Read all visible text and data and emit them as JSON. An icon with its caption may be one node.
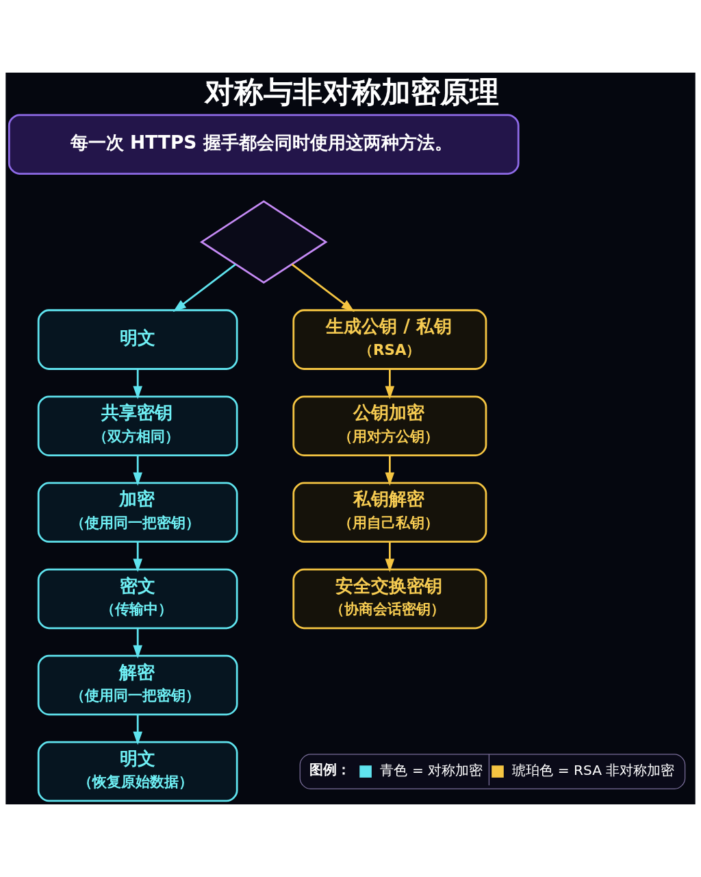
{
  "diagram": {
    "title": "对称与非对称加密原理",
    "nodes": [
      {
        "text": [
          "每一次 HTTPS 握手都会同时使用这两种方法。"
        ]
      },
      {
        "text": [],
        "shape": "diamond"
      },
      {
        "text": [
          "明文"
        ]
      },
      {
        "text": [
          "共享密钥",
          "（双方相同）"
        ]
      },
      {
        "text": [
          "加密",
          "（使用同一把密钥）"
        ]
      },
      {
        "text": [
          "密文",
          "（传输中）"
        ]
      },
      {
        "text": [
          "解密",
          "（使用同一把密钥）"
        ]
      },
      {
        "text": [
          "明文",
          "（恢复原始数据）"
        ]
      },
      {
        "text": [
          "生成公钥 / 私钥",
          "（RSA）"
        ]
      },
      {
        "text": [
          "公钥加密",
          "（用对方公钥）"
        ]
      },
      {
        "text": [
          "私钥解密",
          "（用自己私钥）"
        ]
      },
      {
        "text": [
          "安全交换密钥",
          "（协商会话密钥）"
        ]
      }
    ],
    "edges": [
      {
        "from": 1,
        "to": 2,
        "arrow": "to"
      },
      {
        "from": 1,
        "to": 8,
        "arrow": "to",
        "color": "#f5c542"
      },
      {
        "from": 2,
        "to": 3,
        "arrow": "to"
      },
      {
        "from": 3,
        "to": 4,
        "arrow": "to"
      },
      {
        "from": 4,
        "to": 5,
        "arrow": "to"
      },
      {
        "from": 5,
        "to": 6,
        "arrow": "to"
      },
      {
        "from": 6,
        "to": 7,
        "arrow": "to"
      },
      {
        "from": 8,
        "to": 9,
        "arrow": "to",
        "color": "#f5c542"
      },
      {
        "from": 9,
        "to": 10,
        "arrow": "to",
        "color": "#f5c542"
      },
      {
        "from": 10,
        "to": 11,
        "arrow": "to",
        "color": "#f5c542"
      }
    ],
    "labels": [
      "图例："
    ],
    "legend": [
      {
        "text": "青色 = 对称加密",
        "color": "#5fe3ee"
      },
      {
        "text": "琥珀色 = RSA 非对称加密",
        "color": "#f5c542"
      }
    ]
  }
}
